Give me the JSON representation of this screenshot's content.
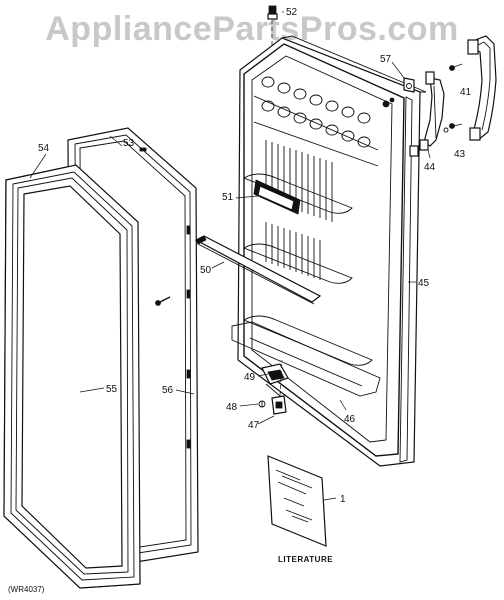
{
  "watermark": "AppliancePartsPros.com",
  "diagram_code": "(WR4037)",
  "literature_label": "LITERATURE",
  "callouts": {
    "c1": "1",
    "c41": "41",
    "c43": "43",
    "c44": "44",
    "c45": "45",
    "c46": "46",
    "c47": "47",
    "c48": "48",
    "c49": "49",
    "c50": "50",
    "c51": "51",
    "c52": "52",
    "c53": "53",
    "c54": "54",
    "c55": "55",
    "c56": "56",
    "c57": "57"
  }
}
